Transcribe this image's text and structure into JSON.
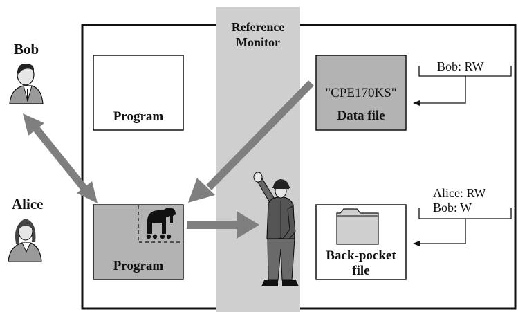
{
  "people": {
    "bob": {
      "name": "Bob"
    },
    "alice": {
      "name": "Alice"
    }
  },
  "reference_monitor": {
    "line1": "Reference",
    "line2": "Monitor"
  },
  "boxes": {
    "program_top": {
      "label": "Program"
    },
    "program_bottom": {
      "label": "Program"
    },
    "data_file": {
      "content": "\"CPE170KS\"",
      "label": "Data file"
    },
    "back_pocket_file": {
      "label_line1": "Back-pocket",
      "label_line2": "file"
    }
  },
  "acl": {
    "data_file": {
      "line1": "Bob: RW"
    },
    "back_pocket_file": {
      "line1": "Alice: RW",
      "line2": "Bob: W"
    }
  },
  "colors": {
    "arrow": "#7f7f7f",
    "monitor_band": "#cfcfcf",
    "shaded_box": "#b3b3b3",
    "outline": "#111111"
  },
  "icons": [
    "bob-person-icon",
    "alice-person-icon",
    "trojan-horse-icon",
    "guard-icon",
    "folder-icon"
  ]
}
